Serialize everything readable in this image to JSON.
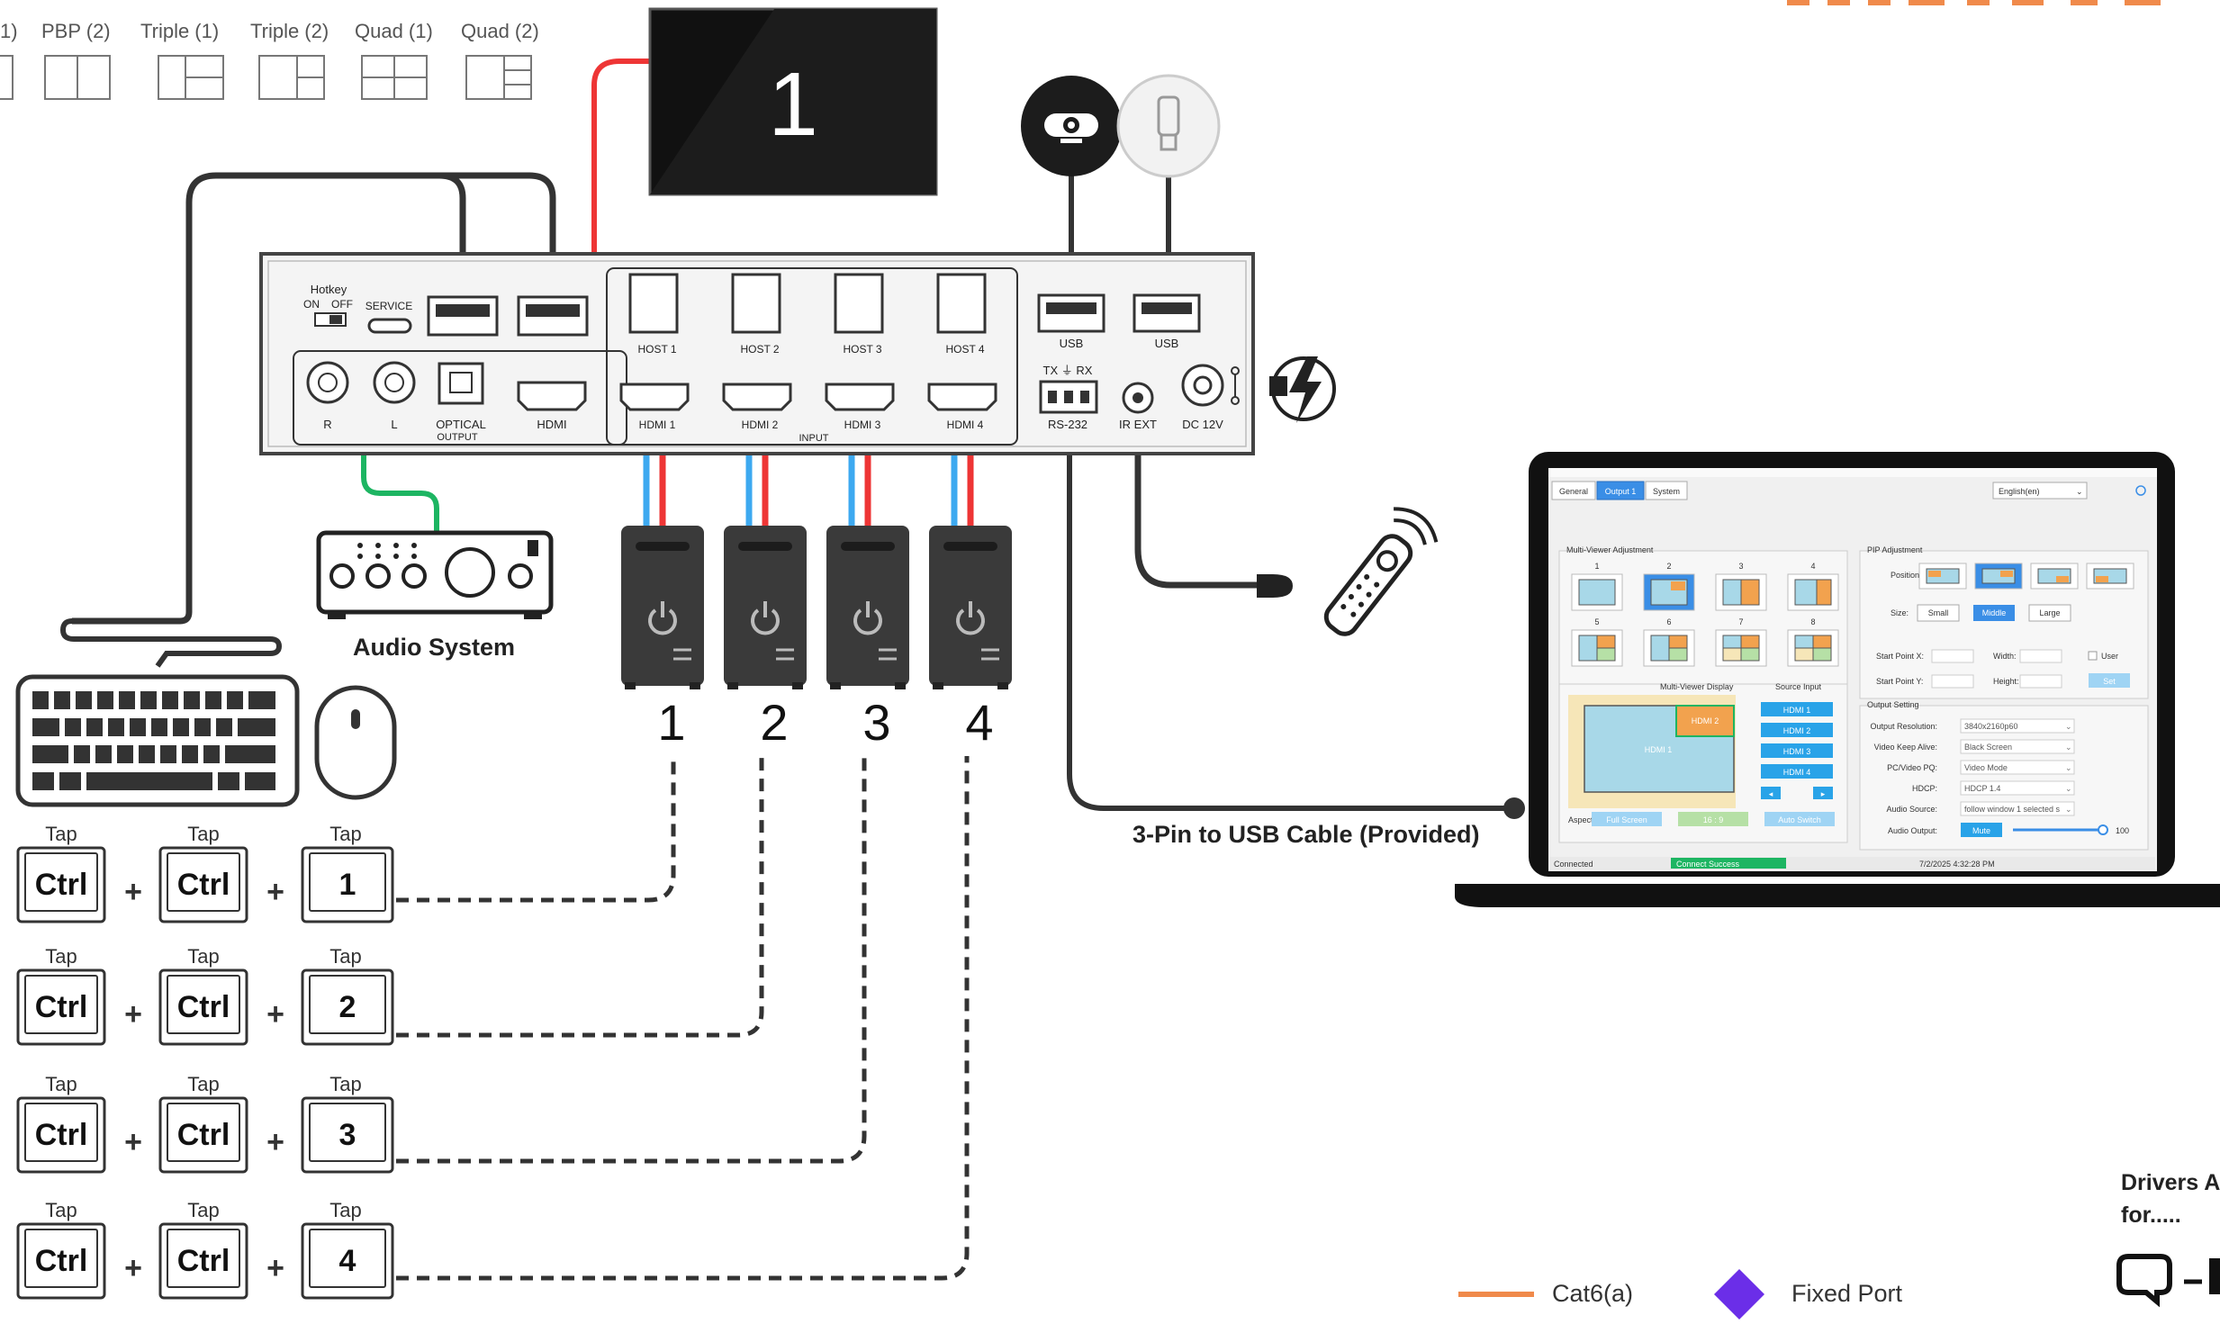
{
  "layouts": {
    "items": [
      "1)",
      "PBP (2)",
      "Triple (1)",
      "Triple (2)",
      "Quad (1)",
      "Quad (2)"
    ]
  },
  "monitor": {
    "label": "1"
  },
  "device": {
    "hotkey_label": "Hotkey",
    "on_label": "ON",
    "off_label": "OFF",
    "service_label": "SERVICE",
    "audio_r": "R",
    "audio_l": "L",
    "optical": "OPTICAL",
    "hdmi_out": "HDMI",
    "output_label": "OUTPUT",
    "input_label": "INPUT",
    "hosts": [
      "HOST 1",
      "HOST 2",
      "HOST 3",
      "HOST 4"
    ],
    "hdmis": [
      "HDMI 1",
      "HDMI 2",
      "HDMI 3",
      "HDMI 4"
    ],
    "usb1": "USB",
    "usb2": "USB",
    "rs232_top": "TX ⏚ RX",
    "rs232": "RS-232",
    "irext": "IR EXT",
    "dc": "DC 12V"
  },
  "audio_system": {
    "label": "Audio System"
  },
  "computers": {
    "numbers": [
      "1",
      "2",
      "3",
      "4"
    ]
  },
  "hotkeys": {
    "tap": "Tap",
    "ctrl": "Ctrl",
    "plus": "+",
    "keys": [
      "1",
      "2",
      "3",
      "4"
    ]
  },
  "cable": {
    "label": "3-Pin to USB Cable (Provided)"
  },
  "software": {
    "tabs": [
      "General",
      "Output 1",
      "System"
    ],
    "language": "English(en)",
    "mv_adjust": "Multi-Viewer Adjustment",
    "pip_adjust": "PIP Adjustment",
    "mv_numbers": [
      "1",
      "2",
      "3",
      "4",
      "5",
      "6",
      "7",
      "8"
    ],
    "position": "Position:",
    "size": "Size:",
    "sizes": [
      "Small",
      "Middle",
      "Large"
    ],
    "start_x": "Start Point X:",
    "start_y": "Start Point Y:",
    "width": "Width:",
    "height": "Height:",
    "user": "User",
    "set": "Set",
    "mv_display": "Multi-Viewer Display",
    "source_input": "Source Input",
    "hdmi_sources": [
      "HDMI 1",
      "HDMI 2",
      "HDMI 3",
      "HDMI 4"
    ],
    "preview_main": "HDMI 1",
    "preview_pip": "HDMI 2",
    "arrow_left": "◂",
    "arrow_right": "▸",
    "aspect": "Aspect:",
    "aspect_buttons": [
      "Full Screen",
      "16 : 9",
      "Auto Switch"
    ],
    "output_setting": "Output Setting",
    "settings": [
      {
        "label": "Output Resolution:",
        "value": "3840x2160p60"
      },
      {
        "label": "Video Keep Alive:",
        "value": "Black Screen"
      },
      {
        "label": "PC/Video PQ:",
        "value": "Video Mode"
      },
      {
        "label": "HDCP:",
        "value": "HDCP 1.4"
      },
      {
        "label": "Audio Source:",
        "value": "follow window 1 selected s"
      }
    ],
    "audio_output": "Audio Output:",
    "mute": "Mute",
    "volume": "100",
    "volume_level": 1.0,
    "status_connected": "Connected",
    "status_connect": "Connect Success",
    "status_time": "7/2/2025 4:32:28 PM"
  },
  "legend": {
    "cat6": "Cat6(a)",
    "fixed": "Fixed Port",
    "cat6_color": "#f08a4b",
    "fixed_color": "#6b2ee8"
  },
  "drivers": {
    "line1": "Drivers A",
    "line2": "for....."
  },
  "colors": {
    "blue": "#3da9f0",
    "red": "#ee3535",
    "green": "#1db562",
    "dark": "#2b2b2b"
  }
}
